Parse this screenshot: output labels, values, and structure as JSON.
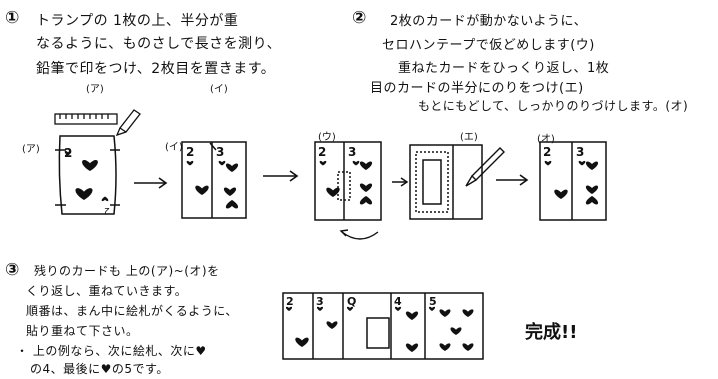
{
  "step1": {
    "num": "①",
    "lines": [
      "トランプの 1枚の上、半分が重",
      "なるように、ものさしで長さを測り、",
      "鉛筆で印をつけ、2枚目を置きます。"
    ],
    "sub_a": "(ア)",
    "sub_i": "(イ)"
  },
  "step2": {
    "num": "②",
    "lines": [
      "2枚のカードが動かないように、",
      "セロハンテープで仮どめします(ウ)",
      "重ねたカードをひっくり返し、1枚",
      "目のカードの半分にのりをつけ(エ)",
      "もとにもどして、しっかりのりづけします。(オ)"
    ]
  },
  "figure_labels": {
    "a": "(ア)",
    "i": "(イ)",
    "u": "(ウ)",
    "e": "(エ)",
    "o": "(オ)"
  },
  "card_marks": {
    "two": "2",
    "three": "3",
    "four": "4",
    "five": "5",
    "queen": "Q"
  },
  "step3": {
    "num": "③",
    "lines": [
      "残りのカードも 上の(ア)~(オ)を",
      "くり返し、重ねていきます。",
      "順番は、まん中に絵札がくるように、",
      "貼り重ねて下さい。",
      "・ 上の例なら、次に絵札、次に♥",
      "の4、最後に♥の5です。"
    ]
  },
  "done": "完成!!"
}
